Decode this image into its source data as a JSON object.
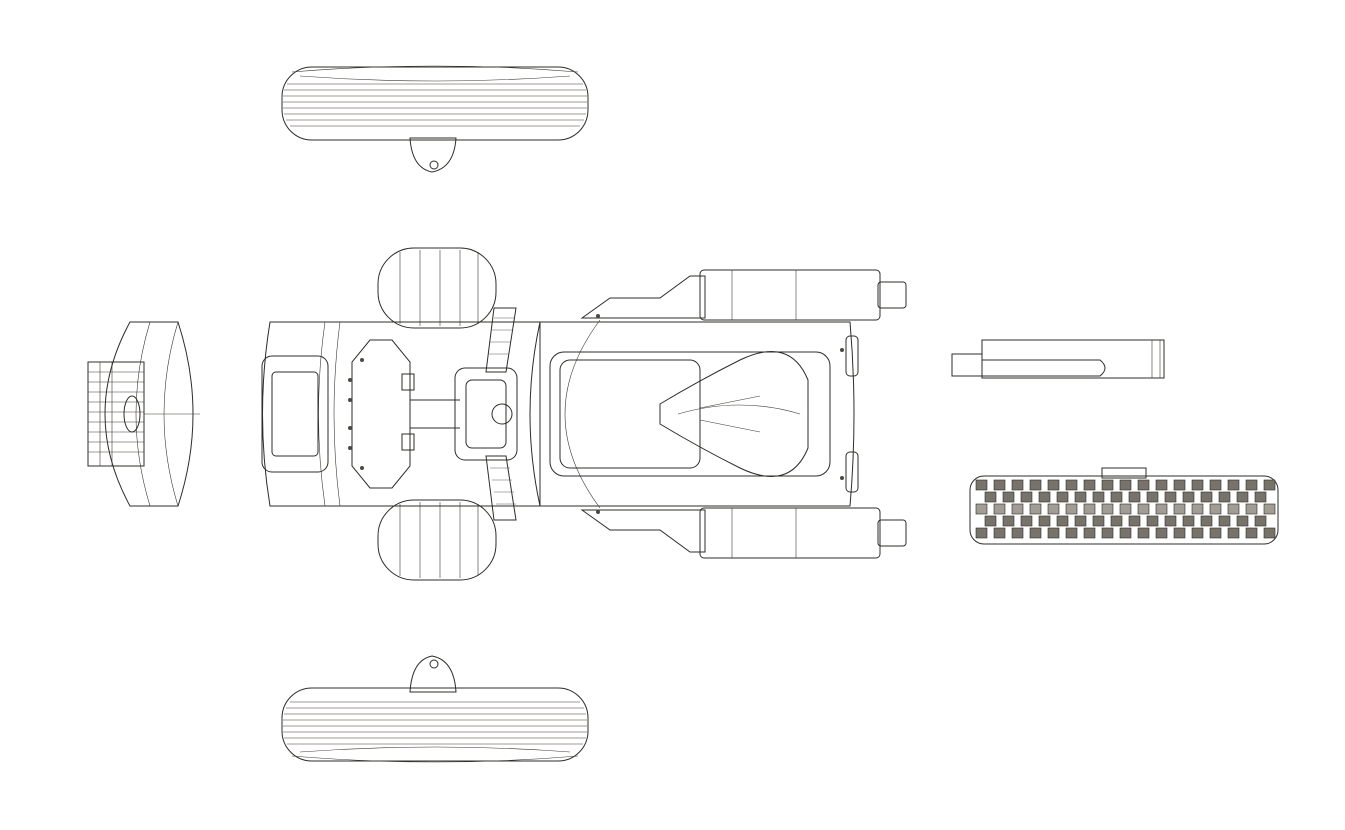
{
  "viewport": {
    "background": "#ffffff"
  },
  "model": {
    "body_color": "#8a867d",
    "shade_color": "#5f5c55",
    "highlight_color": "#c9c6bf",
    "edge_color": "#2e2c28",
    "grip_color": "#1c1c1c"
  },
  "parts": [
    {
      "name": "top-rear-wheel",
      "kind": "wheel"
    },
    {
      "name": "bottom-rear-wheel",
      "kind": "wheel"
    },
    {
      "name": "front-wheel",
      "kind": "wheel"
    },
    {
      "name": "chassis",
      "kind": "body"
    },
    {
      "name": "fender",
      "kind": "plate"
    },
    {
      "name": "knobby-tire",
      "kind": "tire"
    }
  ]
}
